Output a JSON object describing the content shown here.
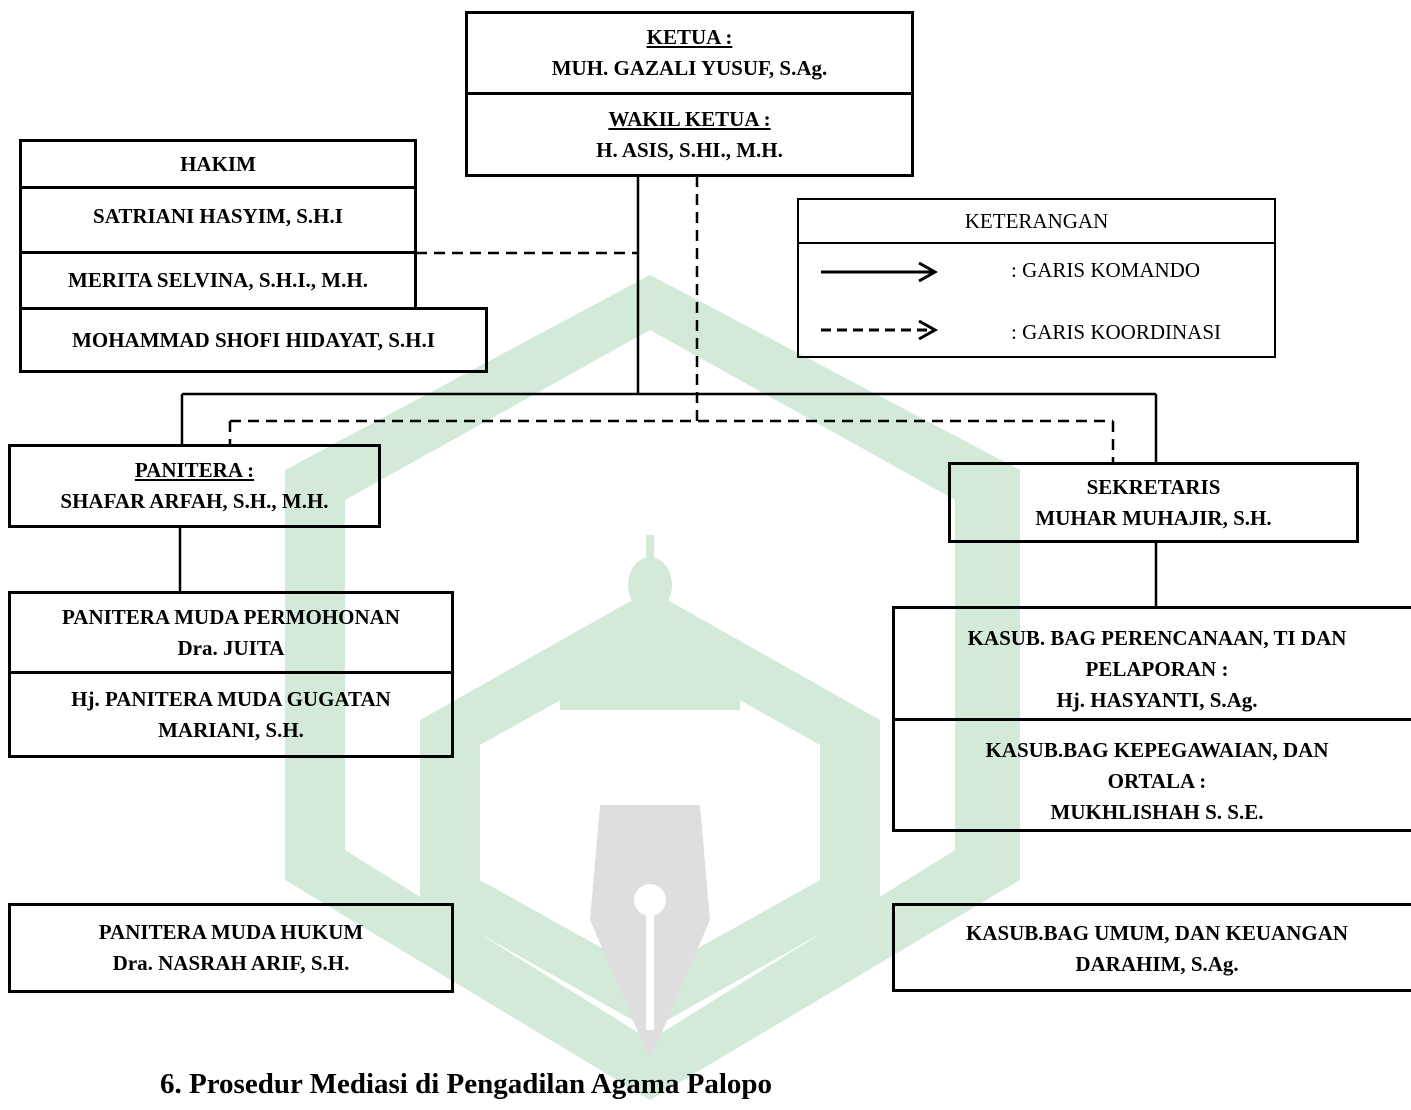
{
  "ketua": {
    "title": "KETUA :",
    "name": "MUH. GAZALI YUSUF, S.Ag."
  },
  "wakil": {
    "title": "WAKIL KETUA :",
    "name": "H. ASIS, S.HI., M.H."
  },
  "hakim": {
    "title": "HAKIM",
    "members": [
      "SATRIANI HASYIM, S.H.I",
      "MERITA SELVINA, S.H.I., M.H.",
      "MOHAMMAD SHOFI HIDAYAT, S.H.I"
    ]
  },
  "legend": {
    "title": "KETERANGAN",
    "items": [
      {
        "style": "solid",
        "label": ": GARIS KOMANDO"
      },
      {
        "style": "dashed",
        "label": ": GARIS KOORDINASI"
      }
    ]
  },
  "panitera": {
    "title": "PANITERA :",
    "name": "SHAFAR ARFAH, S.H., M.H."
  },
  "sekretaris": {
    "title": "SEKRETARIS",
    "name": "MUHAR MUHAJIR, S.H."
  },
  "pm_permohonan": {
    "line1": "PANITERA MUDA PERMOHONAN",
    "line2": "Dra. JUITA"
  },
  "pm_gugatan": {
    "line1": "Hj. PANITERA MUDA GUGATAN",
    "line2": "MARIANI, S.H."
  },
  "pm_hukum": {
    "line1": "PANITERA MUDA HUKUM",
    "line2": "Dra. NASRAH ARIF, S.H."
  },
  "kasub_perencanaan": {
    "line1": "KASUB. BAG PERENCANAAN, TI DAN",
    "line2": "PELAPORAN :",
    "line3": "Hj. HASYANTI, S.Ag."
  },
  "kasub_kepegawaian": {
    "line1": "KASUB.BAG KEPEGAWAIAN, DAN",
    "line2": "ORTALA :",
    "line3": "MUKHLISHAH S. S.E."
  },
  "kasub_umum": {
    "line1": "KASUB.BAG UMUM, DAN KEUANGAN",
    "line2": "DARAHIM, S.Ag."
  },
  "section_heading": "6.  Prosedur Mediasi di Pengadilan Agama Palopo",
  "colors": {
    "watermark_green": "#cfe8d6",
    "watermark_gray": "#dcdcdc",
    "line": "#000000"
  }
}
